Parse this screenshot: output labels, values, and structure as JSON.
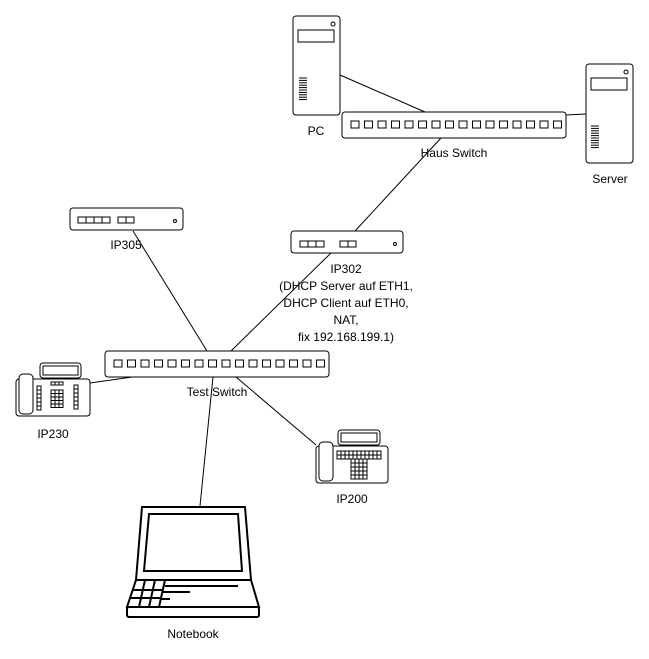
{
  "diagram": {
    "type": "network-topology",
    "nodes": {
      "pc": {
        "label": "PC",
        "kind": "tower-computer"
      },
      "server": {
        "label": "Server",
        "kind": "tower-computer"
      },
      "haus_switch": {
        "label": "Haus Switch",
        "kind": "switch",
        "ports": 16
      },
      "ip305": {
        "label": "IP305",
        "kind": "router"
      },
      "ip302": {
        "label_lines": [
          "IP302",
          "(DHCP Server auf ETH1,",
          "DHCP Client auf ETH0,",
          "NAT,",
          "fix 192.168.199.1)"
        ],
        "kind": "router"
      },
      "test_switch": {
        "label": "Test Switch",
        "kind": "switch",
        "ports": 16
      },
      "ip230": {
        "label": "IP230",
        "kind": "desk-phone"
      },
      "ip200": {
        "label": "IP200",
        "kind": "desk-phone"
      },
      "notebook": {
        "label": "Notebook",
        "kind": "laptop"
      }
    },
    "links": [
      [
        "pc",
        "haus_switch"
      ],
      [
        "server",
        "haus_switch"
      ],
      [
        "haus_switch",
        "ip302"
      ],
      [
        "ip302",
        "test_switch"
      ],
      [
        "ip305",
        "test_switch"
      ],
      [
        "ip230",
        "test_switch"
      ],
      [
        "ip200",
        "test_switch"
      ],
      [
        "notebook",
        "test_switch"
      ]
    ]
  }
}
